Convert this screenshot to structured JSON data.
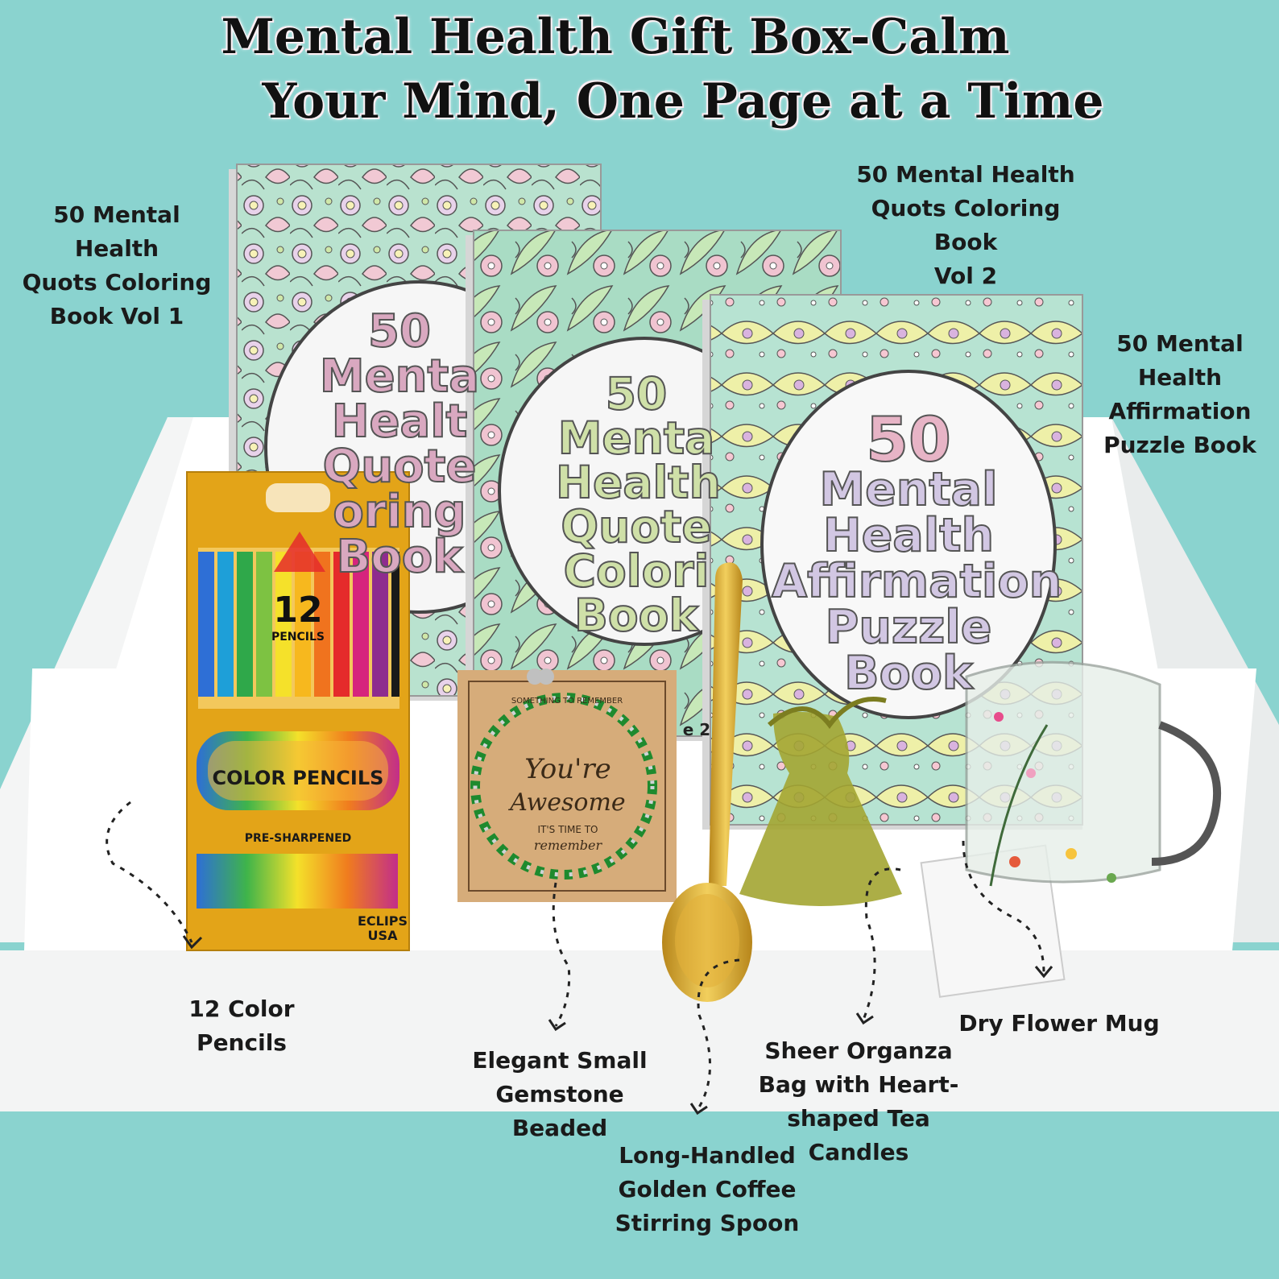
{
  "headline": {
    "line1": "Mental Health Gift Box-Calm",
    "line2": "Your Mind, One Page at a Time"
  },
  "labels": {
    "book1": "50 Mental Health\nQuots Coloring\nBook Vol 1",
    "book2": "50 Mental Health\nQuots Coloring Book\nVol 2",
    "book3": "50 Mental\nHealth\nAffirmation\nPuzzle Book",
    "pencils": "12 Color\nPencils",
    "bracelet": "Elegant Small\nGemstone\nBeaded",
    "spoon": "Long-Handled\nGolden Coffee\nStirring Spoon",
    "bag": "Sheer Organza\nBag with Heart-\nshaped Tea\nCandles",
    "mug": "Dry Flower Mug"
  },
  "book_covers": {
    "book1_title": "50\nMenta\nHealt\nQuote\noring\nBook",
    "book2_title": "50\nMenta\nHealth\nQuote\nColori\nBook",
    "book2_badge": "e 2",
    "book3_number": "50",
    "book3_title": "Mental\nHealth\nAffirmation\nPuzzle\nBook"
  },
  "pencil_box": {
    "count": "12",
    "count_label": "PENCILS",
    "name": "COLOR PENCILS",
    "subtitle": "PRE-SHARPENED",
    "brand_line1": "ECLIPS",
    "brand_line2": "USA"
  },
  "bracelet_card": {
    "top_text": "SOMETHING TO REMEMBER",
    "line1": "You're",
    "line2": "Awesome",
    "line3": "IT'S TIME TO",
    "line4": "remember"
  },
  "colors": {
    "background": "#8ad3cf",
    "tray": "#f2f3f3",
    "pencil_box": "#e3a418",
    "spoon_gold": "#d9a72a",
    "bag_green": "#a3a532",
    "bead_green": "#1e8a2e"
  },
  "icons": [
    "dashed-arrow-icon"
  ]
}
